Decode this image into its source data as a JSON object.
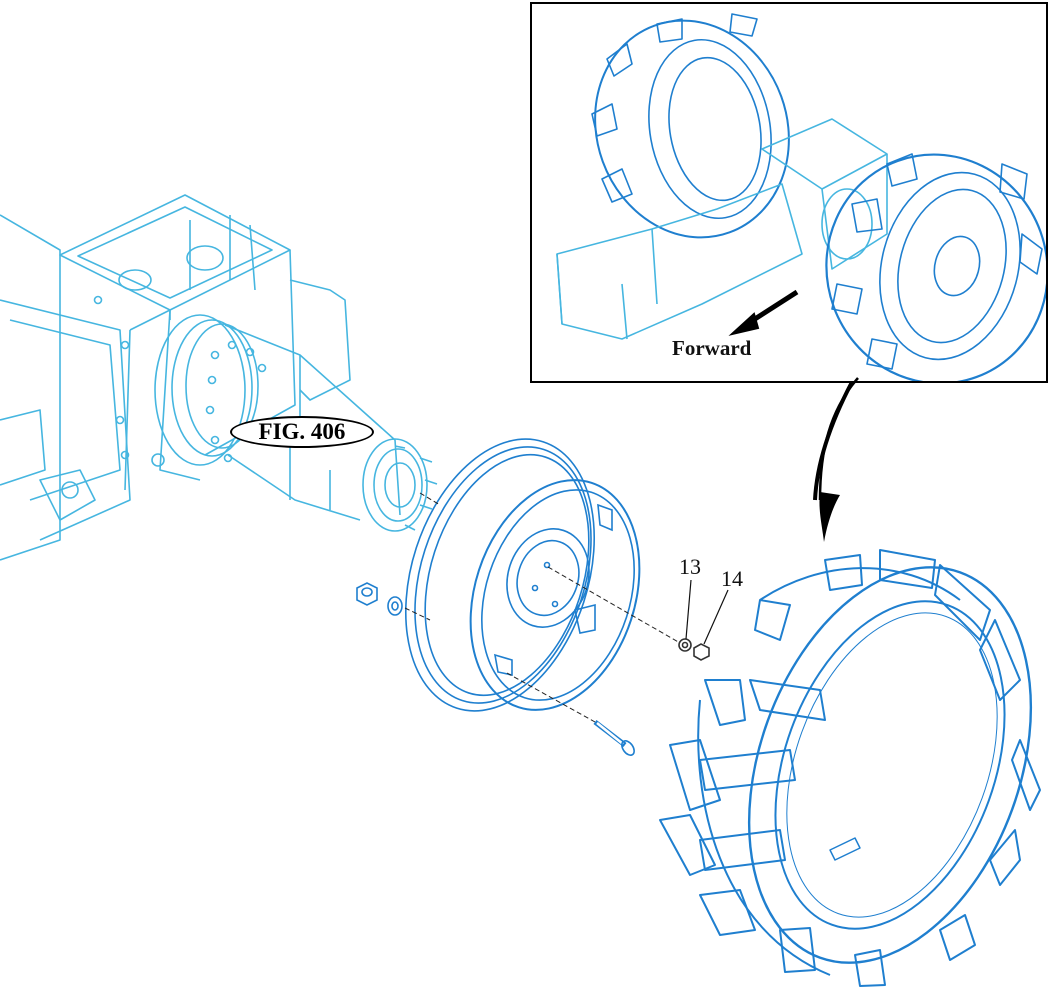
{
  "figure": {
    "reference_label": "FIG. 406",
    "inset": {
      "direction_label": "Forward"
    },
    "callouts": [
      {
        "number": "13",
        "part": "washer"
      },
      {
        "number": "14",
        "part": "nut"
      }
    ],
    "colors": {
      "transmission_line": "#46b6e0",
      "wheel_line": "#1f7fcf",
      "text": "#000000",
      "background": "#ffffff"
    }
  }
}
